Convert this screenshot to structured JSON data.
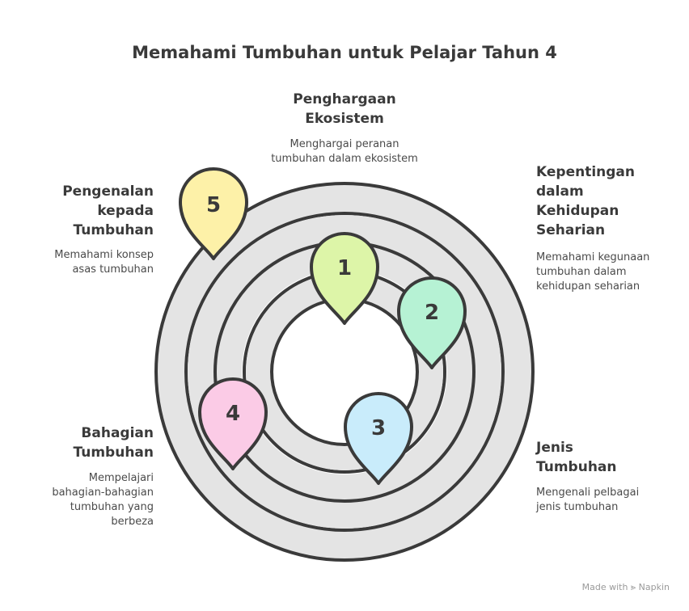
{
  "title": "Memahami Tumbuhan untuk Pelajar Tahun 4",
  "steps": [
    {
      "number": "1",
      "title_lines": [
        "Penghargaan",
        "Ekosistem"
      ],
      "desc_lines": [
        "Menghargai peranan",
        "tumbuhan dalam ekosistem"
      ],
      "color": "#ddf5a8"
    },
    {
      "number": "2",
      "title_lines": [
        "Kepentingan",
        "dalam",
        "Kehidupan",
        "Seharian"
      ],
      "desc_lines": [
        "Memahami kegunaan",
        "tumbuhan dalam",
        "kehidupan seharian"
      ],
      "color": "#b6f2d4"
    },
    {
      "number": "3",
      "title_lines": [
        "Jenis",
        "Tumbuhan"
      ],
      "desc_lines": [
        "Mengenali pelbagai",
        "jenis tumbuhan"
      ],
      "color": "#c9ecfb"
    },
    {
      "number": "4",
      "title_lines": [
        "Bahagian",
        "Tumbuhan"
      ],
      "desc_lines": [
        "Mempelajari",
        "bahagian-bahagian",
        "tumbuhan yang",
        "berbeza"
      ],
      "color": "#fbcbe6"
    },
    {
      "number": "5",
      "title_lines": [
        "Pengenalan",
        "kepada",
        "Tumbuhan"
      ],
      "desc_lines": [
        "Memahami konsep",
        "asas tumbuhan"
      ],
      "color": "#fdf1a8"
    }
  ],
  "ring_color": "#e4e4e4",
  "stroke_color": "#3a3a3a",
  "footer": "Made with ⪢ Napkin"
}
